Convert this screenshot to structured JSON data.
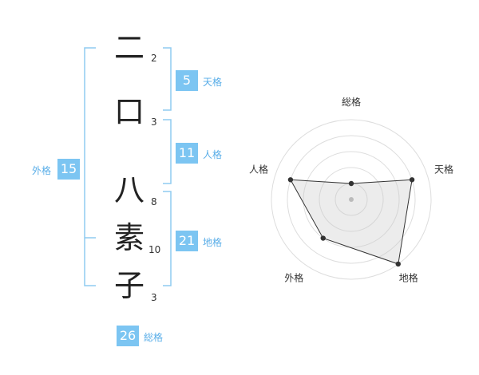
{
  "name": {
    "characters": [
      {
        "char": "二",
        "strokes": "2"
      },
      {
        "char": "口",
        "strokes": "3"
      },
      {
        "char": "八",
        "strokes": "8"
      },
      {
        "char": "素",
        "strokes": "10"
      },
      {
        "char": "子",
        "strokes": "3"
      }
    ]
  },
  "fortunes": {
    "tenkaku": {
      "value": "5",
      "label": "天格"
    },
    "jinkaku": {
      "value": "11",
      "label": "人格"
    },
    "chikaku": {
      "value": "21",
      "label": "地格"
    },
    "gaikaku": {
      "value": "15",
      "label": "外格"
    },
    "soukaku": {
      "value": "26",
      "label": "総格"
    }
  },
  "colors": {
    "accent": "#7cc5f2",
    "label_text": "#5aaee8",
    "bracket": "#8fcbf0"
  },
  "chart_data": {
    "type": "radar",
    "axes": [
      "総格",
      "天格",
      "地格",
      "外格",
      "人格"
    ],
    "values": [
      1,
      4,
      5,
      3,
      4
    ],
    "rmax": 5,
    "grid": true
  }
}
